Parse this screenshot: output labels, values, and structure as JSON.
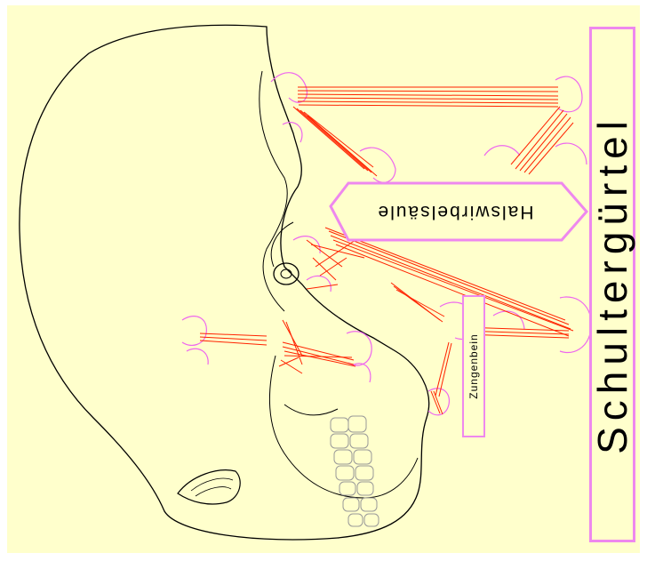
{
  "labels": {
    "shoulder_girdle": "Schultergürtel",
    "cervical_spine": "Halswirbelsäule",
    "hyoid": "Zungenbein"
  },
  "colors": {
    "background": "#ffffcc",
    "muscle": "#ff2200",
    "attachment": "#ee66ee",
    "outline": "#000000"
  }
}
